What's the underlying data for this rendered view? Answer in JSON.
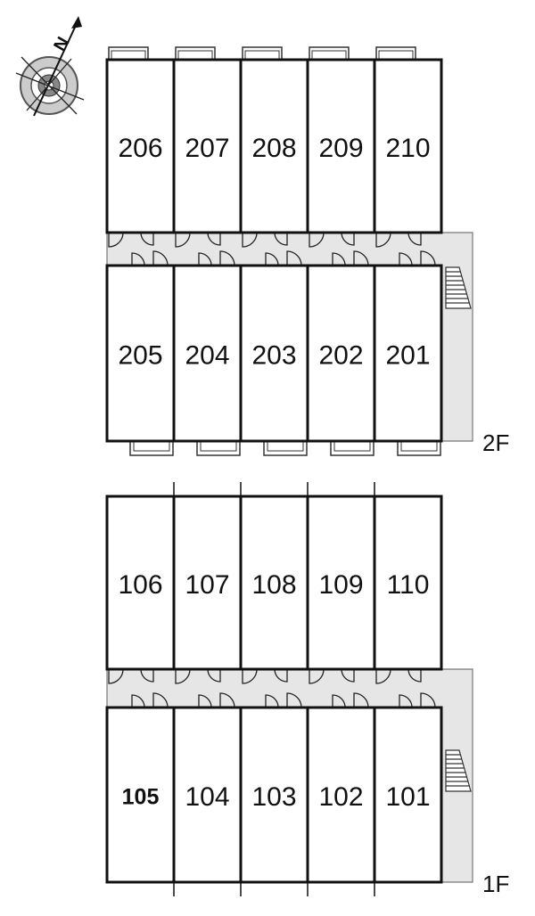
{
  "compass": {
    "direction_letter": "N"
  },
  "floors": [
    {
      "label": "2F",
      "top_rooms": [
        "206",
        "207",
        "208",
        "209",
        "210"
      ],
      "bottom_rooms": [
        "205",
        "204",
        "203",
        "202",
        "201"
      ]
    },
    {
      "label": "1F",
      "top_rooms": [
        "106",
        "107",
        "108",
        "109",
        "110"
      ],
      "bottom_rooms": [
        "105",
        "104",
        "103",
        "102",
        "101"
      ]
    }
  ]
}
